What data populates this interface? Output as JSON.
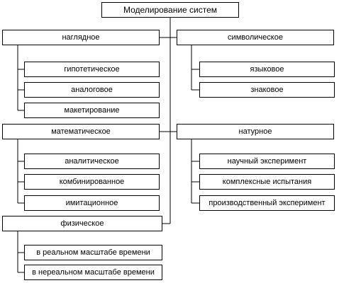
{
  "diagram": {
    "root": "Моделирование систем",
    "branches": {
      "visual": {
        "label": "наглядное",
        "children": [
          "гипотетическое",
          "аналоговое",
          "макетирование"
        ]
      },
      "symbolic": {
        "label": "символическое",
        "children": [
          "языковое",
          "знаковое"
        ]
      },
      "mathematical": {
        "label": "математическое",
        "children": [
          "аналитическое",
          "комбинированное",
          "имитационное"
        ]
      },
      "fullscale": {
        "label": "натурное",
        "children": [
          "научный эксперимент",
          "комплексные испытания",
          "производственный эксперимент"
        ]
      },
      "physical": {
        "label": "физическое",
        "children": [
          "в реальном масштабе времени",
          "в нереальном масштабе времени"
        ]
      }
    }
  }
}
